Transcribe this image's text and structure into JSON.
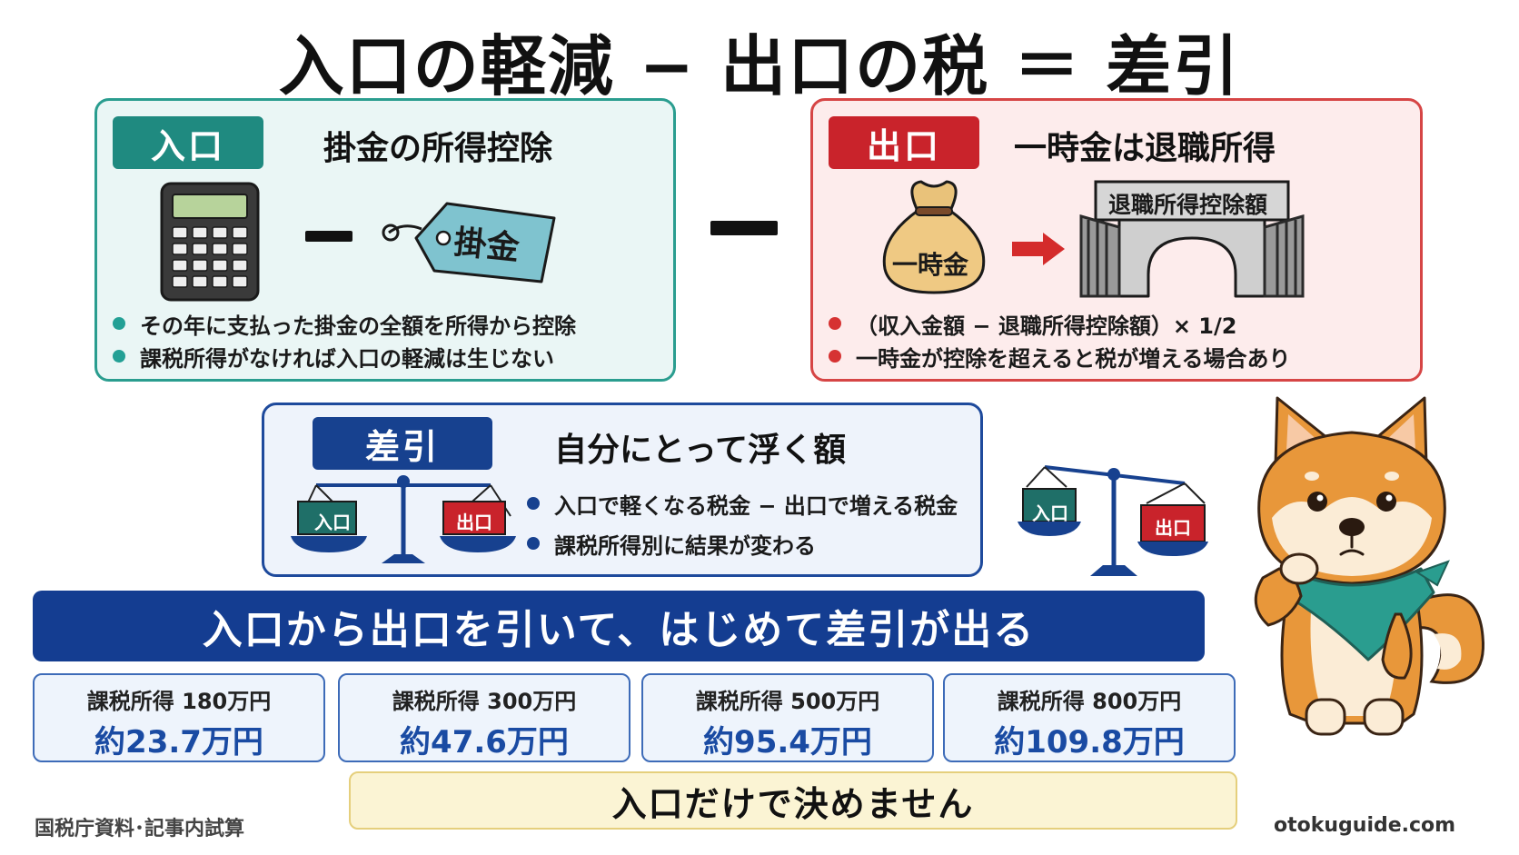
{
  "title": "入口の軽減 − 出口の税 ＝ 差引",
  "entrance": {
    "tag": "入口",
    "heading": "掛金の所得控除",
    "tag_label": "掛金",
    "bullets": [
      "その年に支払った掛金の全額を所得から控除",
      "課税所得がなければ入口の軽減は生じない"
    ]
  },
  "exit": {
    "tag": "出口",
    "heading": "一時金は退職所得",
    "bag_label": "一時金",
    "gate_label": "退職所得控除額",
    "bullets": [
      "（収入金額 − 退職所得控除額）× 1/2",
      "一時金が控除を超えると税が増える場合あり"
    ]
  },
  "difference": {
    "tag": "差引",
    "heading": "自分にとって浮く額",
    "scale_left": "入口",
    "scale_right": "出口",
    "bullets": [
      "入口で軽くなる税金 − 出口で増える税金",
      "課税所得別に結果が変わる"
    ]
  },
  "side_scale": {
    "left": "入口",
    "right": "出口"
  },
  "banner": "入口から出口を引いて、はじめて差引が出る",
  "cards": [
    {
      "label": "課税所得 180万円",
      "value": "約23.7万円"
    },
    {
      "label": "課税所得 300万円",
      "value": "約47.6万円"
    },
    {
      "label": "課税所得 500万円",
      "value": "約95.4万円"
    },
    {
      "label": "課税所得 800万円",
      "value": "約109.8万円"
    }
  ],
  "notice": "入口だけで決めません",
  "footer": {
    "source": "国税庁資料･記事内試算",
    "site": "otokuguide.com"
  },
  "colors": {
    "teal": "#1f8a80",
    "red": "#c9232b",
    "navy": "#143d91",
    "shiba": "#e8973a"
  }
}
